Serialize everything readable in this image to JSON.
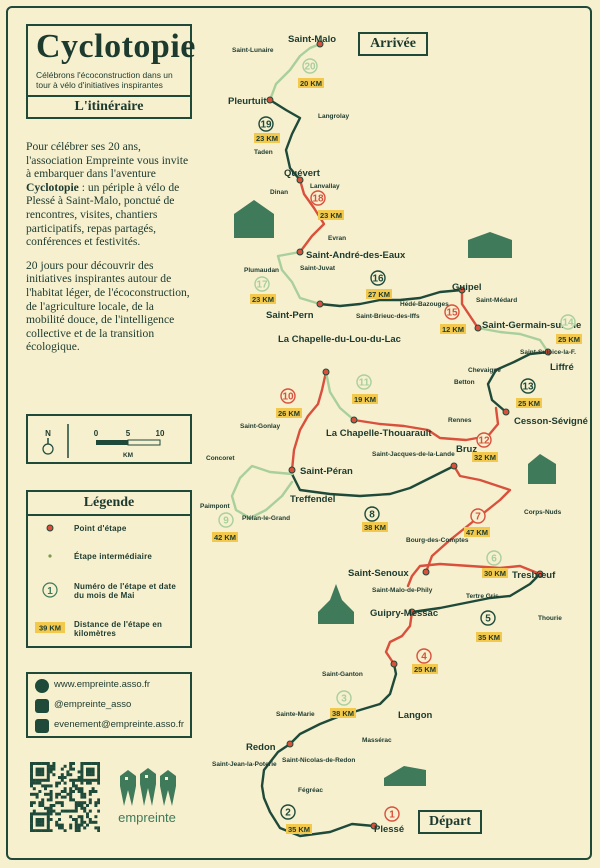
{
  "header": {
    "title": "Cyclotopie",
    "subtitle": "Célébrons l'écoconstruction dans un tour à vélo d'initiatives inspirantes",
    "section": "L'itinéraire"
  },
  "intro": {
    "p1_a": "Pour célébrer ses 20 ans, l'association Empreinte vous invite à embarquer dans l'aventure ",
    "p1_b": "Cyclotopie",
    "p1_c": " : un périple à vélo de Plessé à Saint-Malo, ponctué de rencontres, visites, chantiers participatifs, repas partagés, conférences et festivités.",
    "p2": "20 jours pour découvrir des initiatives inspirantes autour de l'habitat léger, de l'écoconstruction, de l'agriculture locale, de la mobilité douce, de l'intelligence collective et de la transition écologique."
  },
  "scale": {
    "north": "N",
    "ticks": [
      "0",
      "5",
      "10"
    ],
    "unit": "KM"
  },
  "legend": {
    "title": "Légende",
    "items": [
      {
        "label": "Point d'étape"
      },
      {
        "label": "Étape intermédiaire"
      },
      {
        "label": "Numéro de l'étape et date du mois de Mai",
        "sample": "1"
      },
      {
        "label": "Distance de l'étape en kilomètres",
        "sample": "39 KM"
      }
    ]
  },
  "contact": {
    "website": "www.empreinte.asso.fr",
    "instagram": "@empreinte_asso",
    "email": "evenement@empreinte.asso.fr"
  },
  "logo": {
    "name": "empreinte"
  },
  "badges": {
    "arrival": "Arrivée",
    "departure": "Départ"
  },
  "colors": {
    "route_green": "#1f4a3a",
    "route_red": "#d9503c",
    "route_light": "#a9cf9c",
    "background": "#f6f0cf",
    "km_yellow": "#f2c94c"
  },
  "map": {
    "major_towns": [
      "Saint-Malo",
      "Pleurtuit",
      "Quévert",
      "Saint-André-des-Eaux",
      "Guipel",
      "Saint-Pern",
      "Saint-Germain-sur-Ille",
      "La Chapelle-du-Lou-du-Lac",
      "Liffré",
      "La Chapelle-Thouarault",
      "Cesson-Sévigné",
      "Saint-Péran",
      "Bruz",
      "Treffendel",
      "Saint-Senoux",
      "Tresbœuf",
      "Guipry-Messac",
      "Langon",
      "Redon",
      "Plessé"
    ],
    "minor_towns": [
      "Saint-Lunaire",
      "Langrolay",
      "Taden",
      "Dinan",
      "Lanvallay",
      "Evran",
      "Plumaudan",
      "Saint-Juvat",
      "Saint-Médard",
      "Hédé-Bazouges",
      "Saint-Brieuc-des-Iffs",
      "Chevaigné",
      "Saint-Sulpice-la-F.",
      "Betton",
      "Rennes",
      "Saint-Gonlay",
      "Saint-Jacques-de-la-Lande",
      "Concoret",
      "Paimpont",
      "Plélan-le-Grand",
      "Corps-Nuds",
      "Bourg-des-Comptes",
      "Saint-Malo-de-Phily",
      "Tertre Gris",
      "Thourie",
      "Saint-Ganton",
      "Sainte-Marie",
      "Massérac",
      "Saint-Jean-la-Poterie",
      "Saint-Nicolas-de-Redon",
      "Fégréac"
    ],
    "stages": [
      {
        "n": "1"
      },
      {
        "n": "2",
        "km": "35 KM"
      },
      {
        "n": "3",
        "km": "38 KM"
      },
      {
        "n": "4",
        "km": "25 KM"
      },
      {
        "n": "5",
        "km": "35 KM"
      },
      {
        "n": "6",
        "km": "30 KM"
      },
      {
        "n": "7",
        "km": "47 KM"
      },
      {
        "n": "8",
        "km": "38 KM"
      },
      {
        "n": "9",
        "km": "42 KM"
      },
      {
        "n": "10",
        "km": "26 KM"
      },
      {
        "n": "11",
        "km": "19 KM"
      },
      {
        "n": "12",
        "km": "32 KM"
      },
      {
        "n": "13",
        "km": "25 KM"
      },
      {
        "n": "14",
        "km": "25 KM"
      },
      {
        "n": "15",
        "km": "12 KM"
      },
      {
        "n": "16",
        "km": "27 KM"
      },
      {
        "n": "17",
        "km": "23 KM"
      },
      {
        "n": "18",
        "km": "23 KM"
      },
      {
        "n": "19",
        "km": "23 KM"
      },
      {
        "n": "20",
        "km": "20 KM"
      }
    ]
  }
}
